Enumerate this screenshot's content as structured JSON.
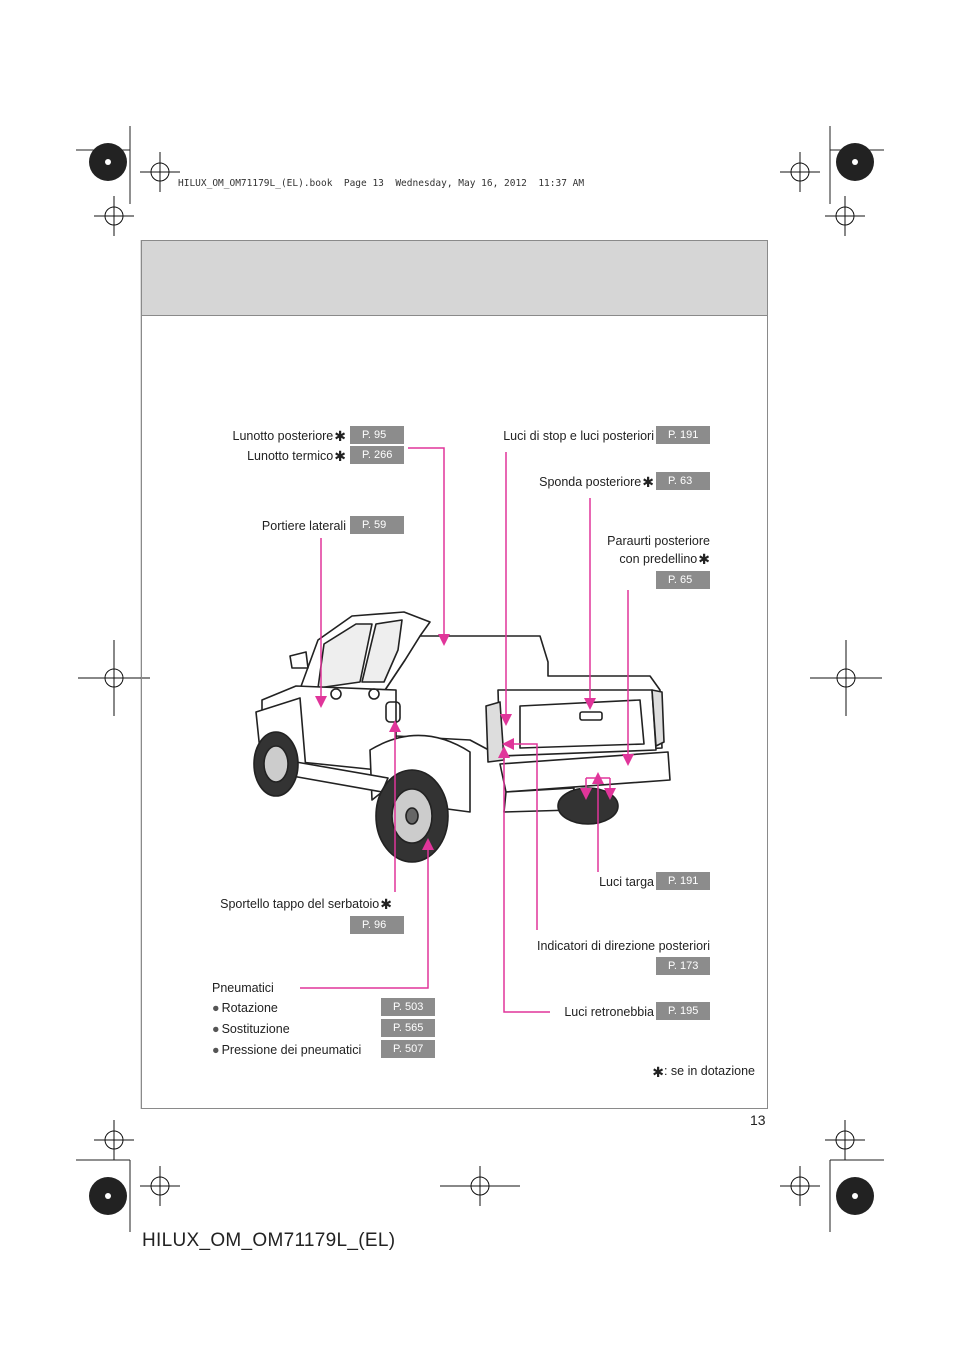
{
  "header_line": "HILUX_OM_OM71179L_(EL).book  Page 13  Wednesday, May 16, 2012  11:37 AM",
  "labels": {
    "lunotto_posteriore": "Lunotto posteriore",
    "lunotto_termico": "Lunotto termico",
    "portiere_laterali": "Portiere laterali",
    "luci_stop": "Luci di stop e luci posteriori",
    "sponda_posteriore": "Sponda posteriore",
    "paraurti_l1": "Paraurti posteriore",
    "paraurti_l2": "con predellino",
    "sportello": "Sportello tappo del serbatoio",
    "luci_targa": "Luci targa",
    "indicatori": "Indicatori di direzione posteriori",
    "luci_retronebbia": "Luci retronebbia",
    "pneumatici": "Pneumatici",
    "rotazione": "Rotazione",
    "sostituzione": "Sostituzione",
    "pressione": "Pressione dei pneumatici"
  },
  "pages": {
    "lunotto_posteriore": "P. 95",
    "lunotto_termico": "P. 266",
    "portiere_laterali": "P. 59",
    "luci_stop": "P. 191",
    "sponda_posteriore": "P. 63",
    "paraurti": "P. 65",
    "sportello": "P. 96",
    "luci_targa": "P. 191",
    "indicatori": "P. 173",
    "luci_retronebbia": "P. 195",
    "rotazione": "P. 503",
    "sostituzione": "P. 565",
    "pressione": "P. 507"
  },
  "star_symbol": "✱",
  "bullet_symbol": "●",
  "note": ": se in dotazione",
  "page_number": "13",
  "footer": "HILUX_OM_OM71179L_(EL)",
  "icons": [
    "registration-crosshair-icon",
    "sunburst-target-icon"
  ],
  "colors": {
    "leader_line": "#e0359a",
    "badge": "#8c8c8c",
    "header_band": "#d6d6d6"
  }
}
